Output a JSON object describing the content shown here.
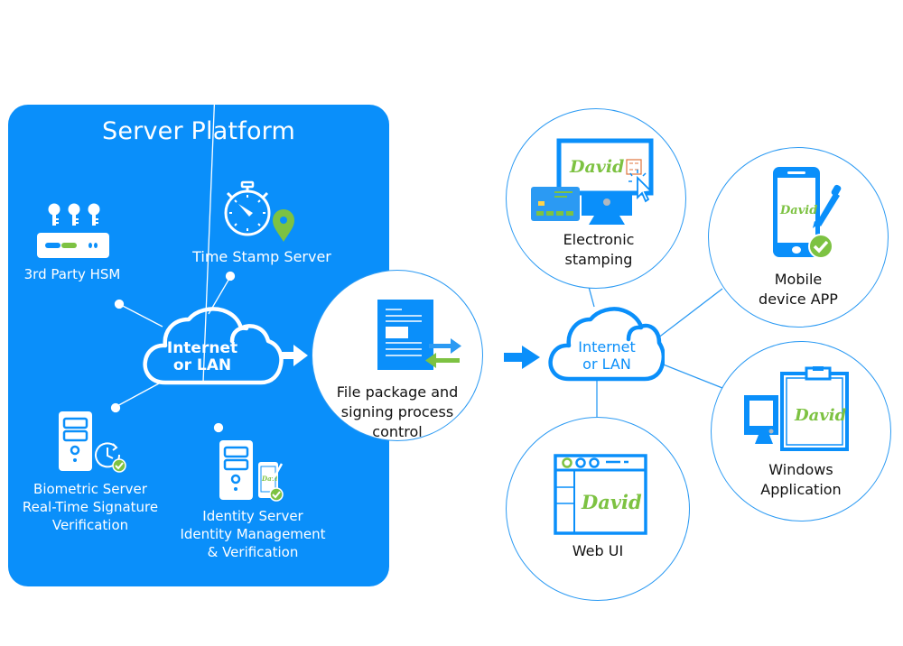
{
  "colors": {
    "primary_blue": "#0a8ffa",
    "accent_green": "#7dc242",
    "circle_border": "#2b9af3",
    "background": "#ffffff"
  },
  "server_platform": {
    "title": "Server Platform",
    "cloud": {
      "line1": "Internet",
      "line2": "or LAN",
      "icon": "cloud-icon"
    },
    "nodes": [
      {
        "id": "hsm",
        "label_lines": [
          "3rd Party HSM"
        ],
        "icon": "hsm-keys-icon"
      },
      {
        "id": "timestamp",
        "label_lines": [
          "Time Stamp Server"
        ],
        "icon": "stopwatch-location-icon"
      },
      {
        "id": "biometric",
        "label_lines": [
          "Biometric Server",
          "Real-Time Signature",
          "Verification"
        ],
        "icon": "server-clock-check-icon"
      },
      {
        "id": "identity",
        "label_lines": [
          "Identity Server",
          "Identity Management",
          "& Verification"
        ],
        "icon": "server-phone-signature-icon"
      }
    ]
  },
  "center": {
    "label_lines": [
      "File package and",
      "signing process",
      "control"
    ],
    "icon": "document-transfer-icon"
  },
  "client_cloud": {
    "line1": "Internet",
    "line2": "or LAN",
    "icon": "cloud-icon"
  },
  "clients": [
    {
      "id": "stamping",
      "label_lines": [
        "Electronic",
        "stamping"
      ],
      "icon": "monitor-card-stamp-icon",
      "signature": "David"
    },
    {
      "id": "mobile",
      "label_lines": [
        "Mobile",
        "device APP"
      ],
      "icon": "phone-pen-check-icon",
      "signature": "David"
    },
    {
      "id": "windows",
      "label_lines": [
        "Windows",
        "Application"
      ],
      "icon": "desktop-clipboard-icon",
      "signature": "David"
    },
    {
      "id": "web",
      "label_lines": [
        "Web UI"
      ],
      "icon": "browser-window-icon",
      "signature": "David"
    }
  ]
}
